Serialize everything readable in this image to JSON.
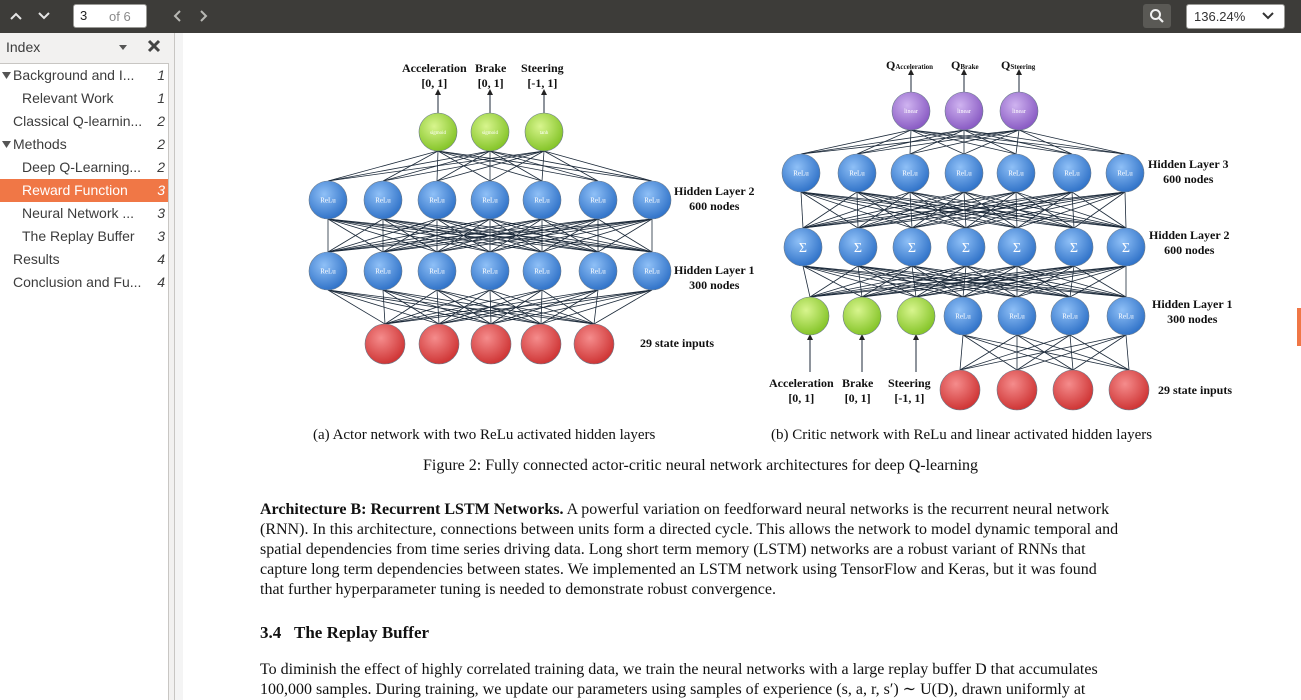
{
  "toolbar": {
    "page_current": "3",
    "page_of": "of 6",
    "zoom": "136.24%"
  },
  "sidebar": {
    "title": "Index",
    "items": [
      {
        "label": "Background and I...",
        "page": "1",
        "level": 0,
        "expander": true,
        "selected": false
      },
      {
        "label": "Relevant Work",
        "page": "1",
        "level": 1,
        "expander": false,
        "selected": false
      },
      {
        "label": "Classical Q-learnin...",
        "page": "2",
        "level": 0,
        "expander": false,
        "selected": false
      },
      {
        "label": "Methods",
        "page": "2",
        "level": 0,
        "expander": true,
        "selected": false
      },
      {
        "label": "Deep Q-Learning...",
        "page": "2",
        "level": 1,
        "expander": false,
        "selected": false
      },
      {
        "label": "Reward Function",
        "page": "3",
        "level": 1,
        "expander": false,
        "selected": true
      },
      {
        "label": "Neural Network ...",
        "page": "3",
        "level": 1,
        "expander": false,
        "selected": false
      },
      {
        "label": "The Replay Buffer",
        "page": "3",
        "level": 1,
        "expander": false,
        "selected": false
      },
      {
        "label": "Results",
        "page": "4",
        "level": 0,
        "expander": false,
        "selected": false
      },
      {
        "label": "Conclusion and Fu...",
        "page": "4",
        "level": 0,
        "expander": false,
        "selected": false
      }
    ]
  },
  "colors": {
    "toolbar_bg": "#3d3c39",
    "selection": "#f07746",
    "relu_node": "#4a8fe0",
    "sigmoid_node": "#9fdc3c",
    "input_node": "#e04848",
    "linear_node": "#9e74d0"
  },
  "figure": {
    "actor": {
      "outputs": [
        {
          "name": "Acceleration",
          "range": "[0, 1]",
          "node": "sigmoid"
        },
        {
          "name": "Brake",
          "range": "[0, 1]",
          "node": "sigmoid"
        },
        {
          "name": "Steering",
          "range": "[-1, 1]",
          "node": "tanh"
        }
      ],
      "relu_label": "ReLu",
      "hidden2_label": "Hidden Layer 2",
      "hidden2_nodes": "600 nodes",
      "hidden1_label": "Hidden Layer 1",
      "hidden1_nodes": "300 nodes",
      "inputs_label": "29 state inputs",
      "caption": "(a) Actor network with two ReLu activated hidden layers"
    },
    "critic": {
      "q_prefix": "Q",
      "q_outputs": [
        "Acceleration",
        "Brake",
        "Steering"
      ],
      "linear_label": "linear",
      "sum_label": "Σ",
      "hidden3_label": "Hidden Layer 3",
      "hidden3_nodes": "600 nodes",
      "hidden2_label": "Hidden Layer 2",
      "hidden2_nodes": "600 nodes",
      "hidden1_label": "Hidden Layer 1",
      "hidden1_nodes": "300 nodes",
      "action_inputs": [
        {
          "name": "Acceleration",
          "range": "[0, 1]"
        },
        {
          "name": "Brake",
          "range": "[0, 1]"
        },
        {
          "name": "Steering",
          "range": "[-1, 1]"
        }
      ],
      "inputs_label": "29 state inputs",
      "caption": "(b) Critic network with ReLu and linear activated hidden layers"
    },
    "caption": "Figure 2: Fully connected actor-critic neural network architectures for deep Q-learning"
  },
  "body": {
    "arch_b_heading": "Architecture B: Recurrent LSTM Networks.",
    "arch_b_lines": [
      " A powerful variation on feedforward neural networks is the recurrent neural network",
      "(RNN). In this architecture, connections between units form a directed cycle. This allows the network to model dynamic temporal and",
      "spatial dependencies from time series driving data. Long short term memory (LSTM) networks are a robust variant of RNNs that",
      "capture long term dependencies between states. We implemented an LSTM network using TensorFlow and Keras, but it was found",
      "that further hyperparameter tuning is needed to demonstrate robust convergence."
    ],
    "section_number": "3.4",
    "section_title": "The Replay Buffer",
    "replay_lines": [
      "To diminish the effect of highly correlated training data, we train the neural networks with a large replay buffer D that accumulates",
      "100,000 samples. During training, we update our parameters using samples of experience (s, a, r, s′) ∼ U(D), drawn uniformly at"
    ]
  }
}
